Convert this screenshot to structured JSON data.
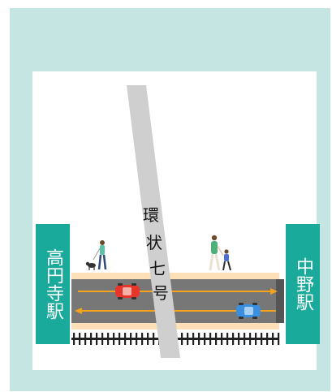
{
  "stations": {
    "left": "高円寺駅",
    "right": "中野駅"
  },
  "road": {
    "name": "環状七号"
  },
  "colors": {
    "background": "#c5e5e2",
    "station": "#1aaa9b",
    "sidewalk": "#fde0b8",
    "road": "#777777",
    "lane_arrow": "#f7a21b",
    "crossroad": "#cfcfcf",
    "rail": "#222222",
    "red_car": "#e8352c",
    "blue_car": "#3b8fe0"
  },
  "icons": [
    "person-with-dog-icon",
    "parent-with-child-icon",
    "red-car-icon",
    "blue-car-icon",
    "railway-track-icon"
  ]
}
